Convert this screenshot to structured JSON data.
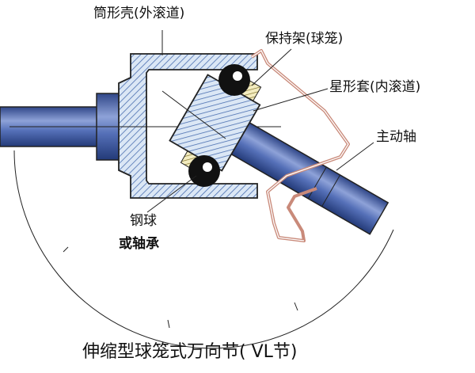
{
  "labels": {
    "housing": "筒形壳(外滚道)",
    "cage": "保持架(球笼)",
    "inner_race": "星形套(内滚道)",
    "drive_shaft": "主动轴",
    "ball_line1": "钢球",
    "ball_line2": "或轴承"
  },
  "title": "伸缩型球笼式万向节( VL节)",
  "colors": {
    "shaft": "#4a62a8",
    "hatch": "#4a6fb0",
    "housing_fill": "#dbe7f5",
    "boot": "#c98a7a",
    "cage": "#e8d890"
  }
}
